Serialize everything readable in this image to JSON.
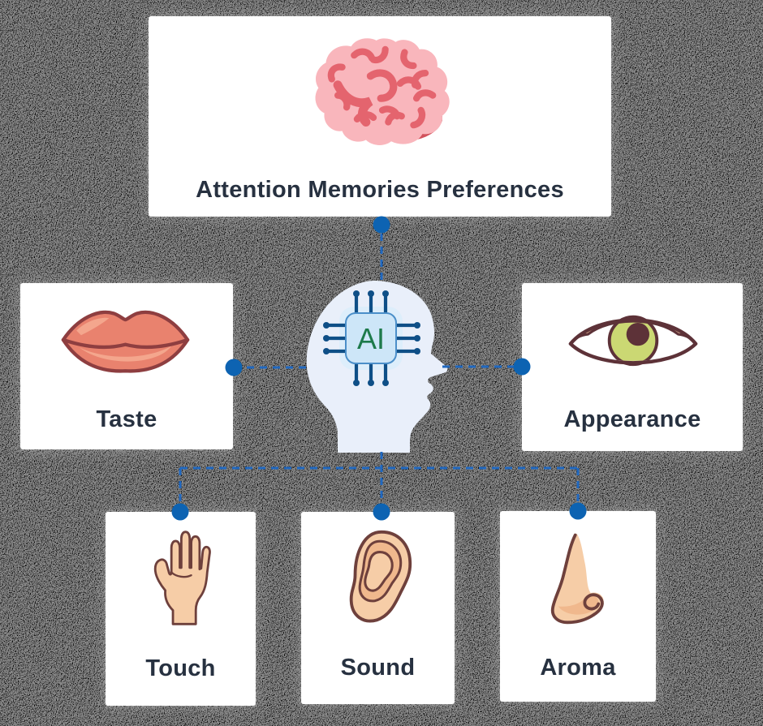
{
  "diagram": {
    "center": {
      "id": "ai-head",
      "label": "AI",
      "icon": "head-silhouette-icon"
    },
    "nodes": [
      {
        "id": "cognition",
        "label": "Attention Memories Preferences",
        "icon": "brain-icon",
        "position": "top"
      },
      {
        "id": "taste",
        "label": "Taste",
        "icon": "lips-icon",
        "position": "middle-left"
      },
      {
        "id": "appearance",
        "label": "Appearance",
        "icon": "eye-icon",
        "position": "middle-right"
      },
      {
        "id": "touch",
        "label": "Touch",
        "icon": "hand-icon",
        "position": "bottom-left"
      },
      {
        "id": "sound",
        "label": "Sound",
        "icon": "ear-icon",
        "position": "bottom-center"
      },
      {
        "id": "aroma",
        "label": "Aroma",
        "icon": "nose-icon",
        "position": "bottom-right"
      }
    ],
    "edges": [
      {
        "from": "ai-head",
        "to": "cognition"
      },
      {
        "from": "ai-head",
        "to": "taste"
      },
      {
        "from": "ai-head",
        "to": "appearance"
      },
      {
        "from": "ai-head",
        "to": "touch"
      },
      {
        "from": "ai-head",
        "to": "sound"
      },
      {
        "from": "ai-head",
        "to": "aroma"
      }
    ],
    "edge_style": "dashed"
  },
  "theme": {
    "background": "#000000",
    "card_bg": "#ffffff",
    "label_color": "#273140",
    "connector_blue": "#2068c0",
    "dot_blue": "#0d63b2",
    "head_fill": "#e9effa",
    "chip_glow": "#ddeefb",
    "chip_fill": "#cde6f8",
    "chip_border": "#4b8fc9",
    "chip_pin": "#0f4f87",
    "ai_green": "#1d7a4b",
    "brain_pink": "#f9b6bc",
    "brain_fold": "#e4646e",
    "brain_stem": "#d2525c",
    "lips_fill": "#e9826e",
    "lips_light": "#f4a68d",
    "lips_outline": "#8e3e40",
    "eye_outline": "#5d3238",
    "eye_lid": "#f4c39c",
    "eye_shadow": "#f4e4e4",
    "iris_green": "#cbd873",
    "skin": "#f6cda7",
    "skin_shade": "#f0b88d",
    "organ_outline": "#6e403c"
  }
}
